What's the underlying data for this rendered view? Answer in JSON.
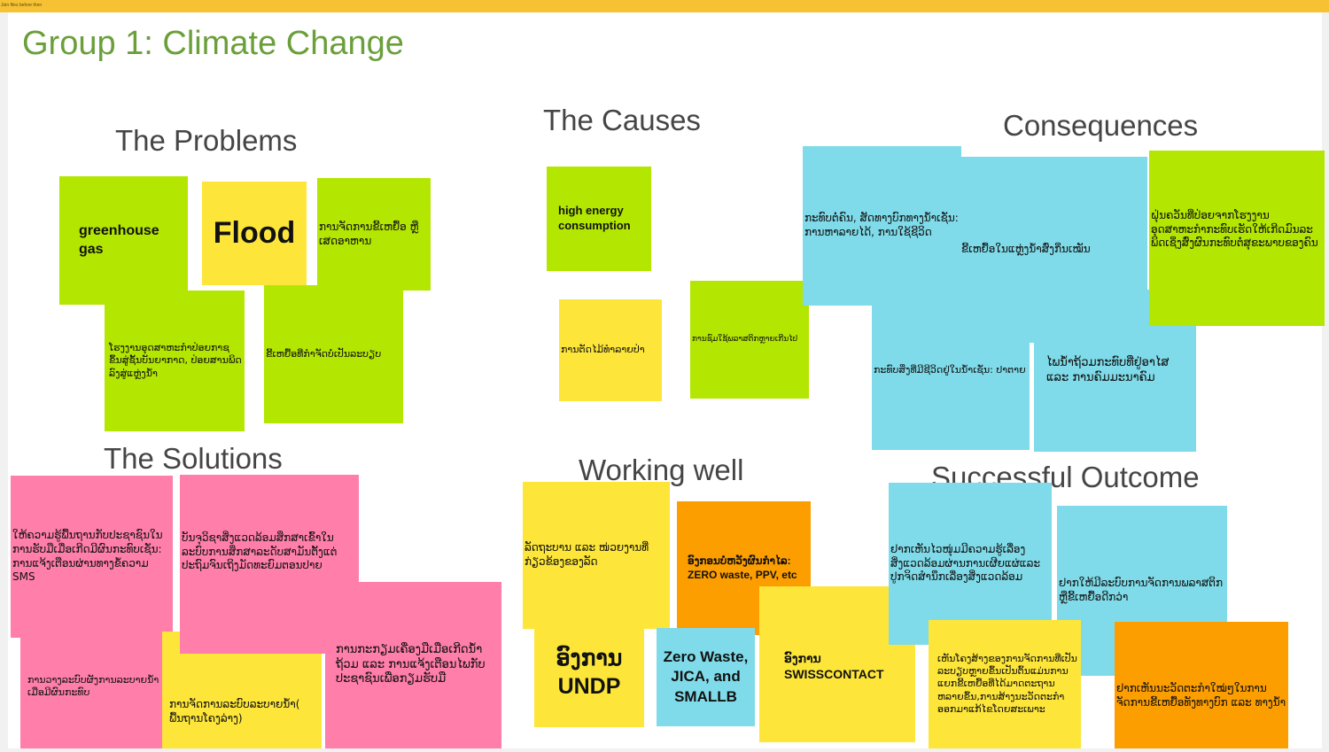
{
  "banner": "Join files before then",
  "title": "Group 1: Climate Change",
  "headings": {
    "problems": "The Problems",
    "causes": "The Causes",
    "consequences": "Consequences",
    "solutions": "The Solutions",
    "working": "Working well",
    "outcome": "Successful Outcome"
  },
  "problems": [
    "greenhouse gas",
    "Flood",
    "ການຈັດການຂີ້ເຫຍື້ອ ຫຼື ເສດອາຫານ",
    "ໂຮງງານອຸດສາຫະກຳປ່ອຍກາຊ ຂຶ້ນສູ່ຊັ້ນບັນຍາກາດ, ປ່ອຍສານພິດລົງສູ່ແຫຼ່ງນ້ຳ",
    "ຂີ້ເຫຍື້ອທີ່ກຳຈັດບໍ່ເປັນລະບຽບ"
  ],
  "causes": [
    "high energy consumption",
    "ການຕັດໄມ້ທຳລາຍປ່າ",
    "ການຊົມໃຊ້ພລາສຕິກຫຼາຍເກີນໄປ"
  ],
  "consequences": [
    "ກະທົບຕໍ່ຄົນ, ສັດທາງບົກທາງນ້ຳເຊັ່ນ: ການຫາລາຍໄດ້, ການໃຊ້ຊີວິດ",
    "ຂີ້ເຫຍື້ອໃນແຫຼ່ງນ້ຳສົ່ງກິ່ນເໝັນ",
    "ຝຸ່ນຄວັນທີ່ປ່ອຍຈາກໂຮງງານອຸດສາຫະກຳກະທົບເຮັດໃຫ້ເກີດມົນລະພິດເຊິ່ງສົ່ງຜົນກະທົບຕໍ່ສຸຂະພາບຂອງຄົນ",
    "ກະທົບສິ່ງທີ່ມີຊີວິດຢູ່ໃນນ້ຳເຊັ່ນ: ປາຕາຍ",
    "ໄພນ້ຳຖ້ວມກະທົບທີ່ຢູ່ອາໄສ ແລະ ການຄົມມະນາຄົມ"
  ],
  "solutions": [
    "ໃຫ້ຄວາມຮູ້ພື້ນຖານກັບປະຊາຊົນໃນການຮັບມືເມື່ອເກີດມີຜົນກະທົບເຊັ່ນ: ການແຈ້ງເຕືອນຜ່ານທາງຂໍ້ຄວາມ SMS",
    "ບັນຈຸວິຊາສິ່ງແວດລ້ອມສຶກສາເຂົ້າໃນລະບົບການສຶກສາລະດັບສາມັນຕັ້ງແຕ່ປະຖົມຈົນເຖິງມັດທະຍົມຕອນປາຍ",
    "ການວາງລະບົບຜັງການລະບາຍນ້ຳເມື່ອມີຜົນກະທົບ",
    "ການຈັດການລະບົບລະບາຍນ້ຳ( ພື້ນຖານໂຄງລ່າງ)",
    "ການກະກຽມເຄື່ອງມືເມື່ອເກີດນ້ຳຖ້ວມ ແລະ ການແຈ້ງເຕືອນໄພກັບປະຊາຊົນເພື່ອກຽມຮັບມື"
  ],
  "working": [
    "ລັດຖະບານ ແລະ ໜ່ວຍງານທີ່ກ່ຽວຂ້ອງຂອງລັດ",
    "ອົງກອນບໍ່ຫວັງຜົນກຳໄລ: ZERO waste,  PPV, etc",
    "ອົງການ UNDP",
    "Zero Waste, JICA, and SMALLB",
    "ອົງການ SWISSCONTACT"
  ],
  "outcome": [
    "ຢາກເຫັນໄວໜຸ່ມມີຄວາມຮູ້ເລື່ອງສິ່ງແວດລ້ອມຜ່ານການເຜີຍແຜ່ແລະປູກຈິດສຳນຶກເລື່ອງສິ່ງແວດລ້ອມ",
    "ຢາກໃຫ້ມີລະບົບການຈັດການພລາສຕິກຫຼືຂີ້ເຫຍື້ອດີກວ່າ",
    "ເຫັນໂຄງສ້າງຂອງການຈັດການທີ່ເປັນລະບຽບຫຼາຍຂຶ້ນເປັນຕົ້ນແມ່ນການແຍກຂີ້ເຫຍື້ອທີ່ໄດ້ມາດຕະຖານຫລາຍຂຶ້ນ,ການສ້າງນະວັດຕະກຳອອກມາແກ້ໄຂໂດຍສະເພາະ",
    "ຢາກເຫັນນະວັດຕະກຳໃໝ່ໆໃນການຈັດການຂີ້ເຫຍື້ອທັງທາງບົກ ແລະ ທາງນ້ຳ"
  ]
}
